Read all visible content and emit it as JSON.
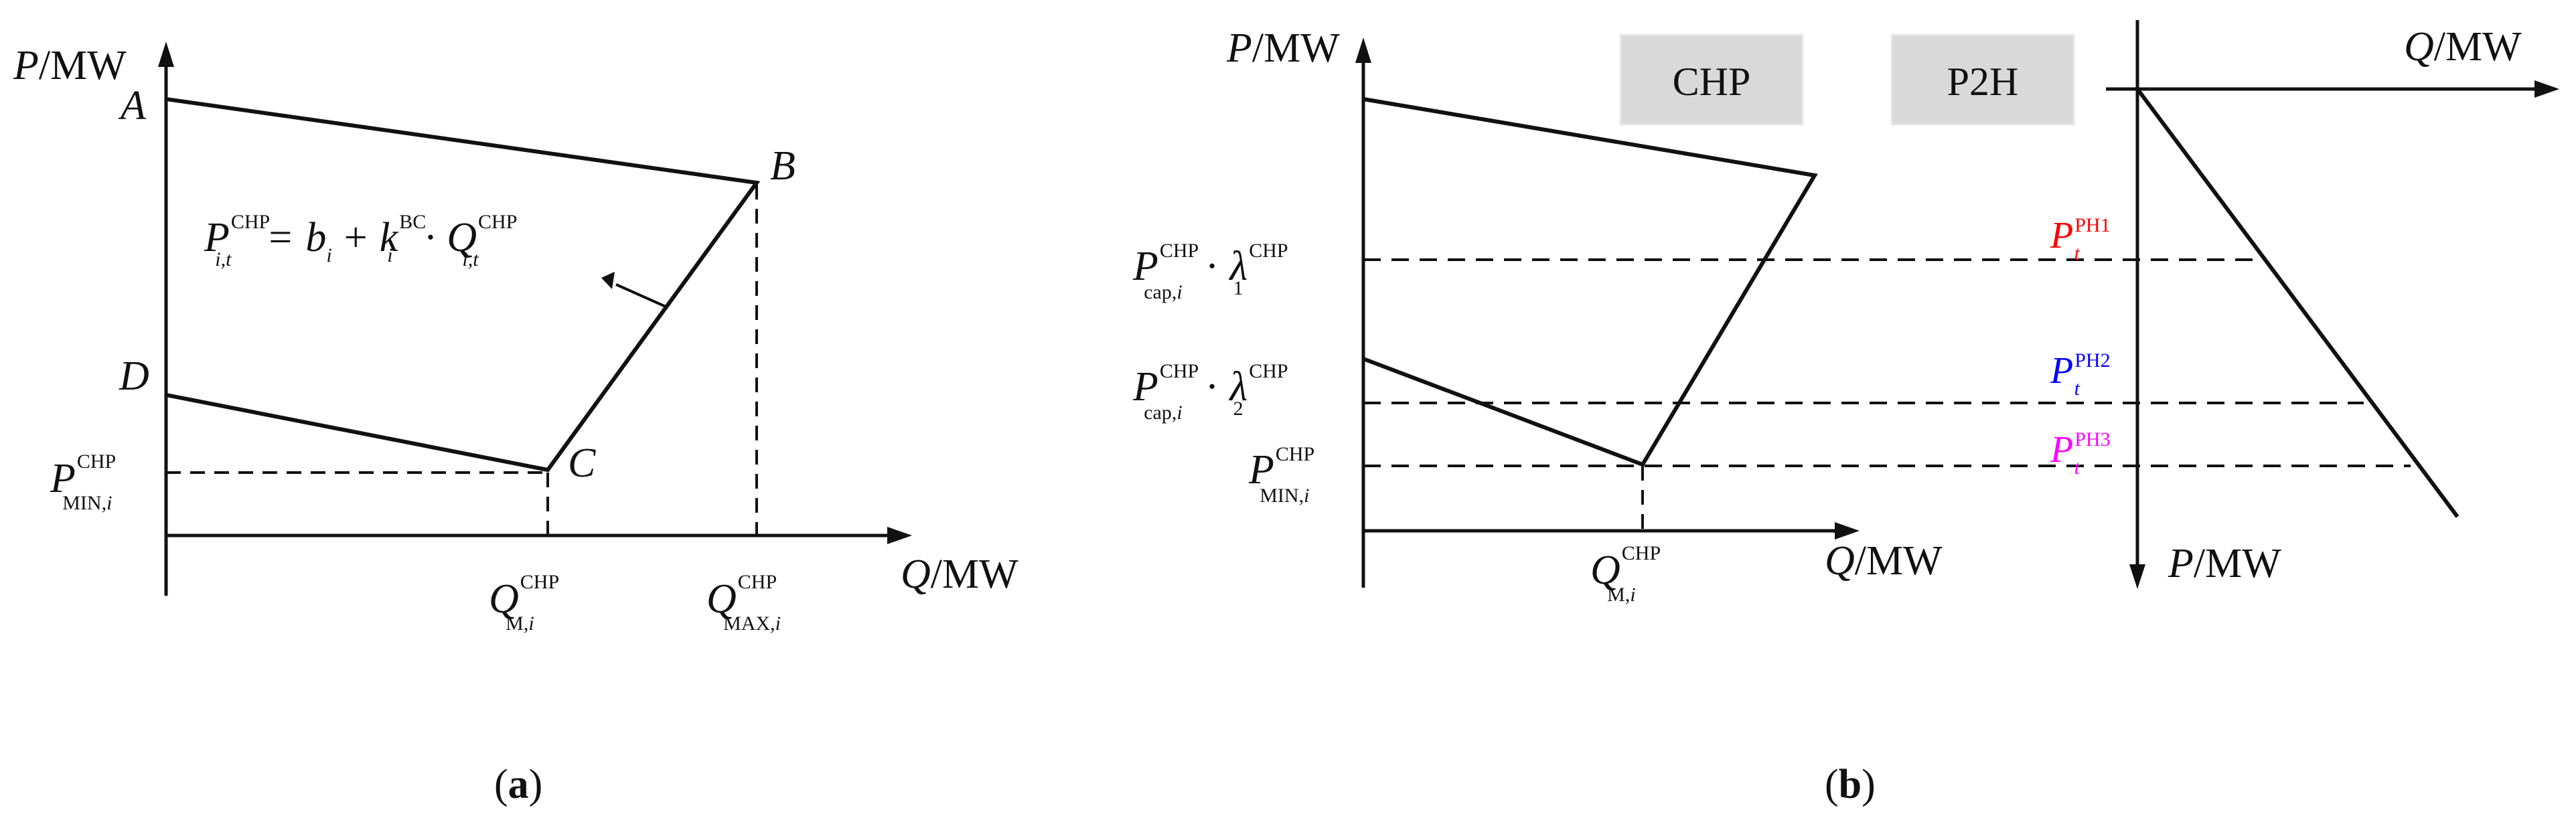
{
  "panel_a": {
    "label": "a",
    "y_axis": {
      "sym": "P",
      "unit": "/MW"
    },
    "x_axis": {
      "sym": "Q",
      "unit": "/MW"
    },
    "points": {
      "A": "A",
      "B": "B",
      "C": "C",
      "D": "D"
    },
    "p_min": {
      "sym": "P",
      "sup": "CHP",
      "sub": "MIN,",
      "sub_i": "i"
    },
    "q_m": {
      "sym": "Q",
      "sup": "CHP",
      "sub": "M,",
      "sub_i": "i"
    },
    "q_max": {
      "sym": "Q",
      "sup": "CHP",
      "sub": "MAX,",
      "sub_i": "i"
    },
    "equation": {
      "lhs_sym": "P",
      "lhs_sub": "i,t",
      "lhs_sup": "CHP",
      "equals": "=",
      "b": "b",
      "b_sub": "i",
      "plus": "+",
      "k": "k",
      "k_sub": "i",
      "k_sup": "BC",
      "dot": "·",
      "q": "Q",
      "q_sub": "i,t",
      "q_sup": "CHP"
    }
  },
  "panel_b": {
    "label": "b",
    "y_axis": {
      "sym": "P",
      "unit": "/MW"
    },
    "x_axis": {
      "sym": "Q",
      "unit": "/MW"
    },
    "right_x_axis": {
      "sym": "Q",
      "unit": "/MW"
    },
    "right_y_axis": {
      "sym": "P",
      "unit": "/MW"
    },
    "chp_box": "CHP",
    "p2h_box": "P2H",
    "level1": {
      "sym": "P",
      "sup": "CHP",
      "sub": "cap,",
      "sub_i": "i",
      "dot": "·",
      "lam": "λ",
      "lam_sub": "1",
      "lam_sup": "CHP"
    },
    "level2": {
      "sym": "P",
      "sup": "CHP",
      "sub": "cap,",
      "sub_i": "i",
      "dot": "·",
      "lam": "λ",
      "lam_sub": "2",
      "lam_sup": "CHP"
    },
    "p_min": {
      "sym": "P",
      "sup": "CHP",
      "sub": "MIN,",
      "sub_i": "i"
    },
    "q_m": {
      "sym": "Q",
      "sup": "CHP",
      "sub": "M,",
      "sub_i": "i"
    },
    "ph1": {
      "sym": "P",
      "sub": "t",
      "sup": "PH1",
      "color": "#ff0000"
    },
    "ph2": {
      "sym": "P",
      "sub": "t",
      "sup": "PH2",
      "color": "#0000ff"
    },
    "ph3": {
      "sym": "P",
      "sub": "t",
      "sup": "PH3",
      "color": "#ff00ff"
    }
  }
}
